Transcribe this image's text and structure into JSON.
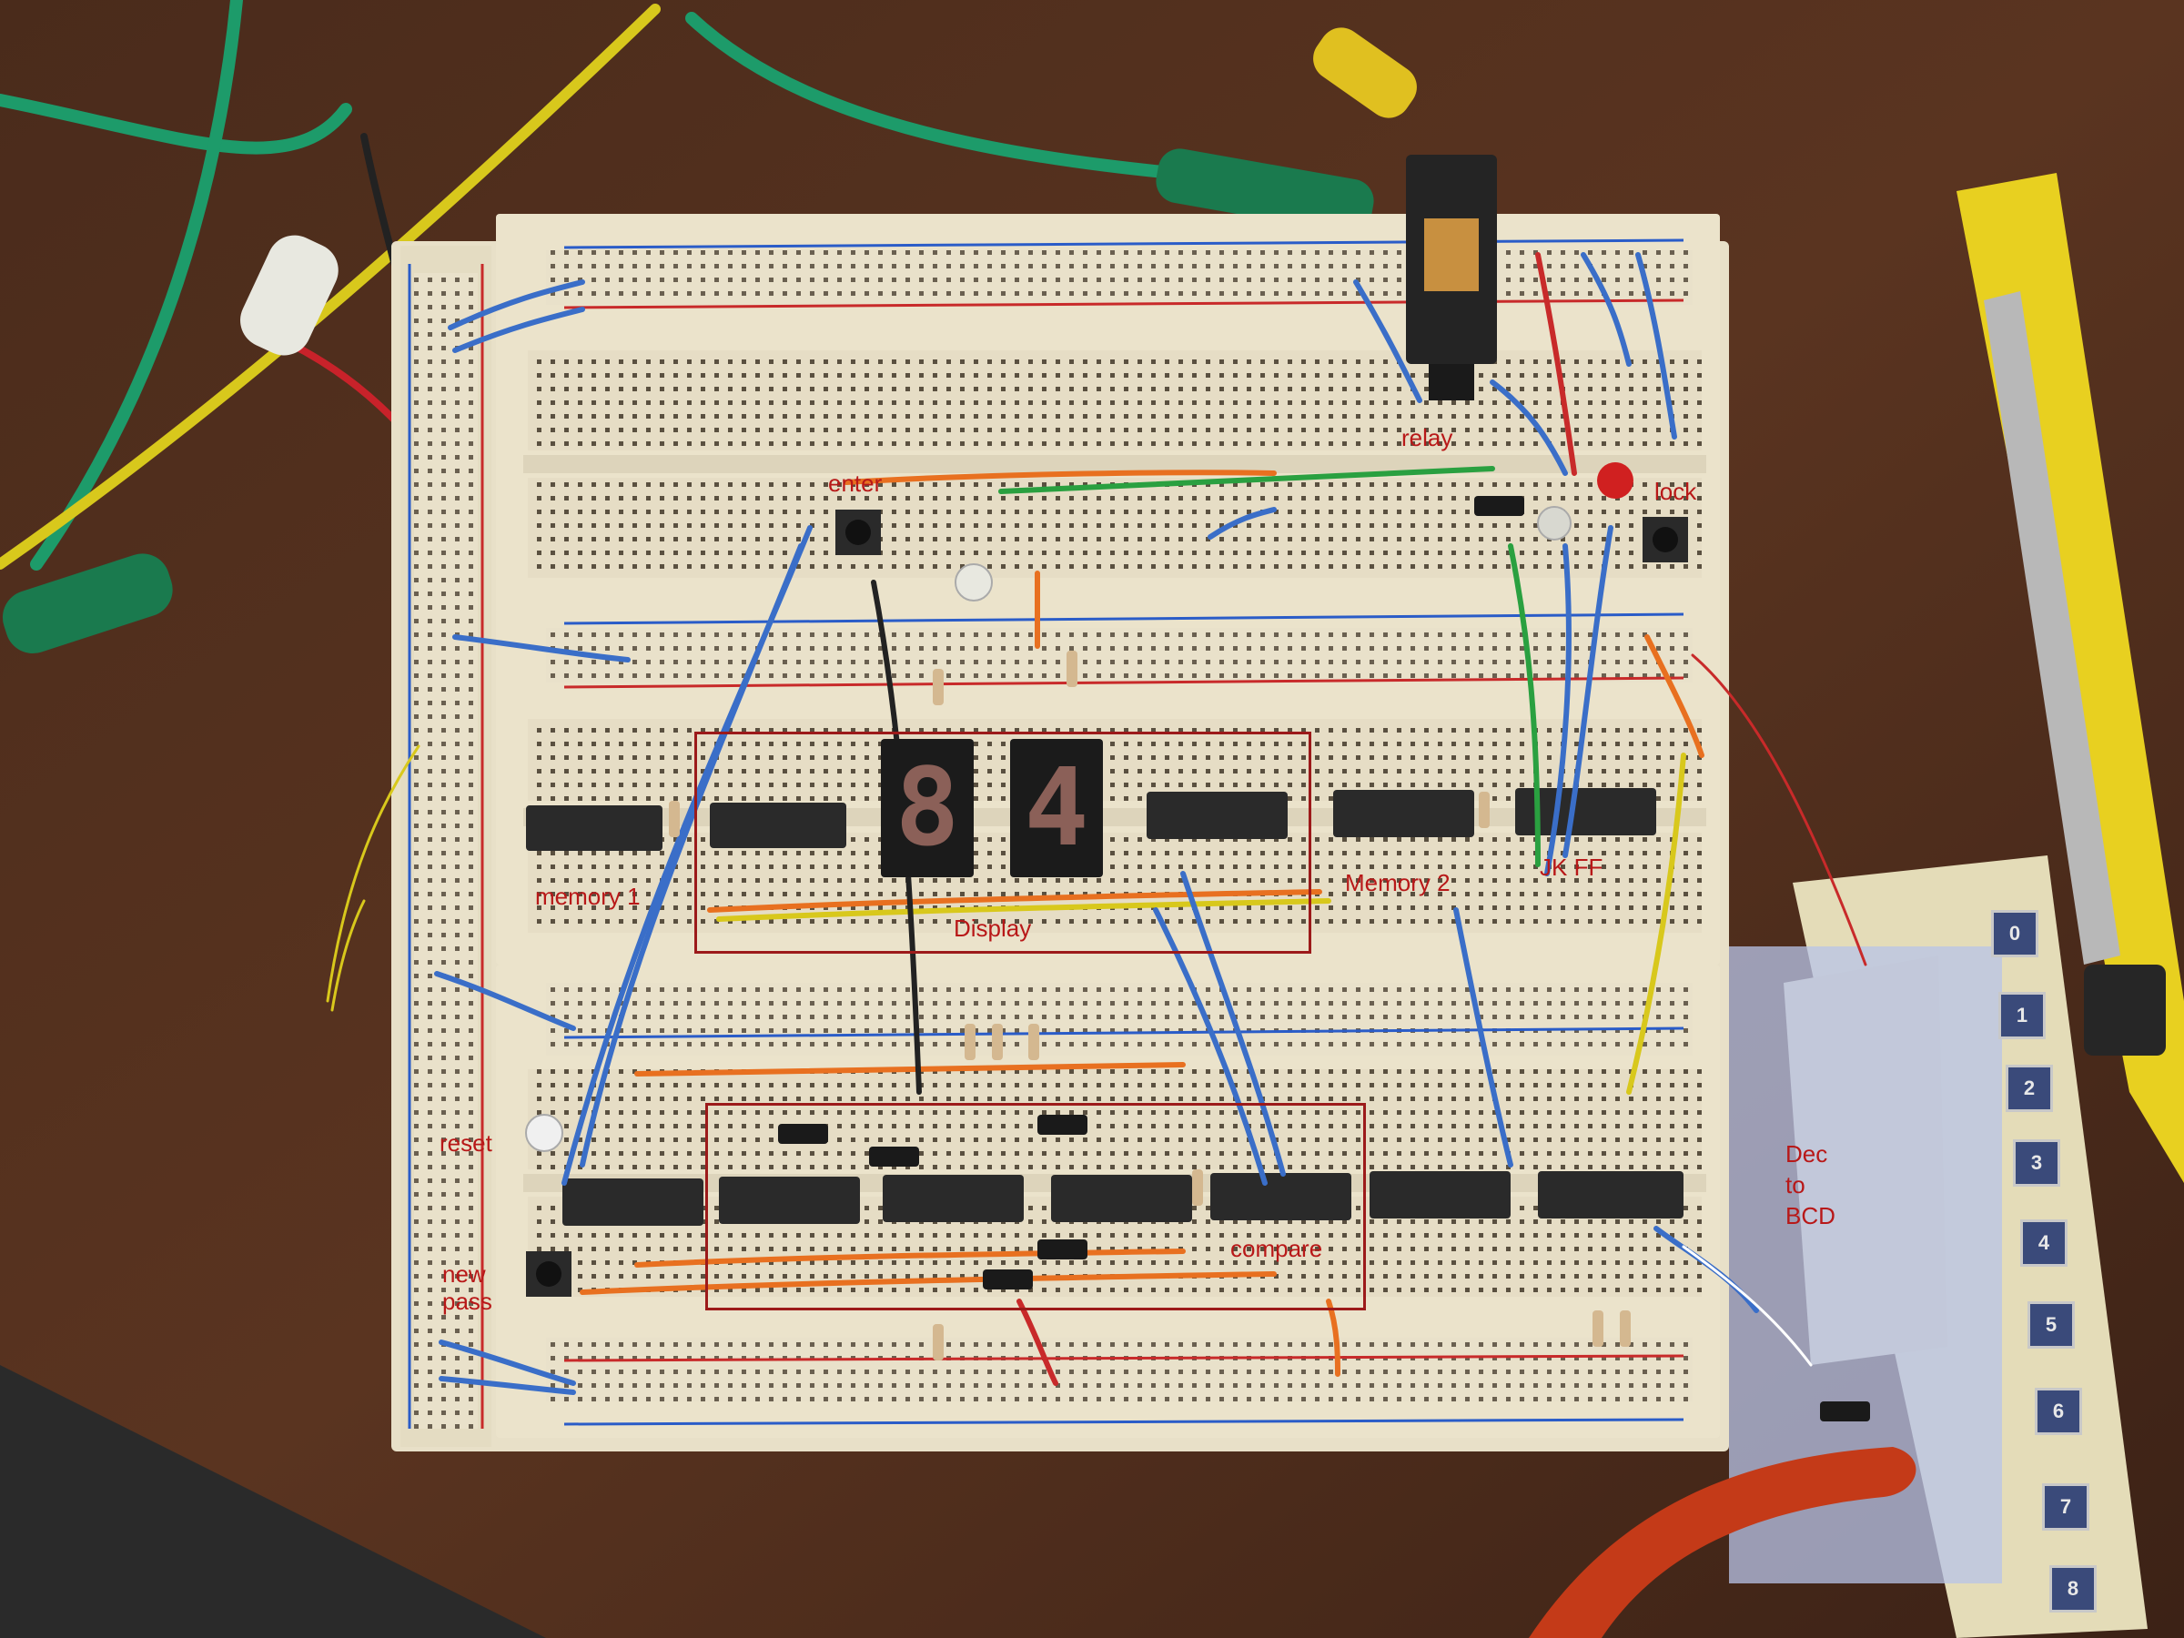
{
  "labels": {
    "enter": "enter",
    "relay": "relay",
    "lock": "lock",
    "memory1": "memory 1",
    "display": "Display",
    "memory2": "Memory 2",
    "jkff": "JK FF",
    "reset": "reset",
    "newpass": "new\npass",
    "compare": "compare",
    "dec_bcd": "Dec\nto\nBCD"
  },
  "display_digits": [
    "8",
    "4"
  ],
  "keypad_keys": [
    "0",
    "1",
    "2",
    "3",
    "4",
    "5",
    "6",
    "7",
    "8"
  ],
  "colors": {
    "annotation": "#b81818",
    "table": "#4a2c1c",
    "breadboard": "#e8e0c8",
    "chip": "#2a2a2a"
  }
}
